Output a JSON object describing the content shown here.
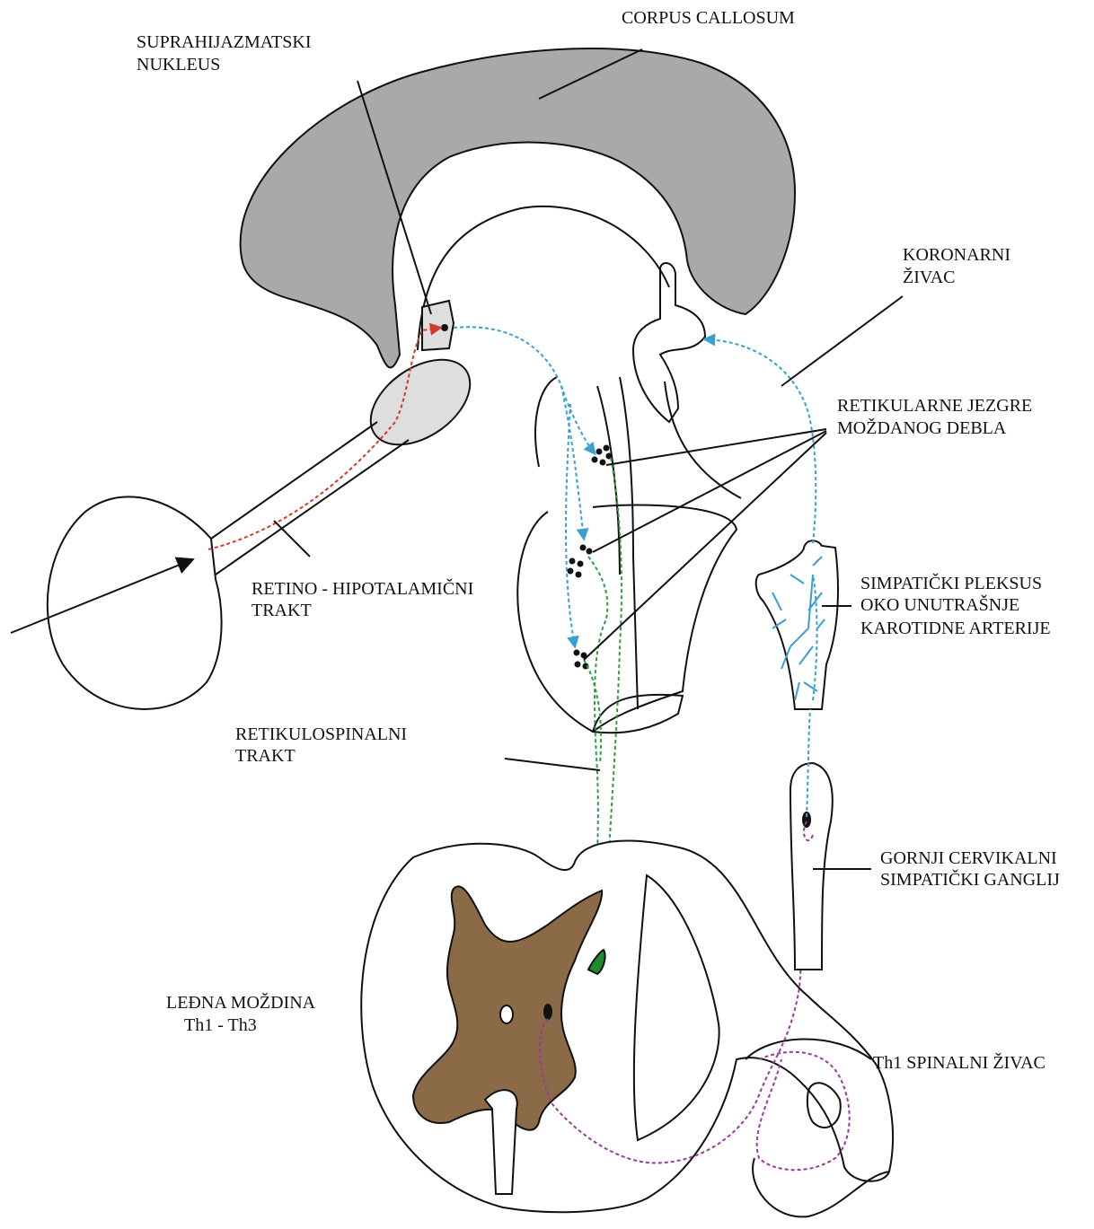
{
  "labels": {
    "corpus_callosum": "CORPUS CALLOSUM",
    "suprachiasmatic_1": "SUPRAHIJAZMATSKI",
    "suprachiasmatic_2": "NUKLEUS",
    "coronary_1": "KORONARNI",
    "coronary_2": "ŽIVAC",
    "reticular_1": "RETIKULARNE JEZGRE",
    "reticular_2": "MOŽDANOG DEBLA",
    "retino_1": "RETINO - HIPOTALAMIČNI",
    "retino_2": "TRAKT",
    "plexus_1": "SIMPATIČKI PLEKSUS",
    "plexus_2": "OKO UNUTRAŠNJE",
    "plexus_3": "KAROTIDNE ARTERIJE",
    "reticulospinal_1": "RETIKULOSPINALNI",
    "reticulospinal_2": "TRAKT",
    "ganglion_1": "GORNJI CERVIKALNI",
    "ganglion_2": "SIMPATIČKI GANGLIJ",
    "spinal_cord_1": "LEĐNA MOŽDINA",
    "spinal_cord_2": "Th1 - Th3",
    "spinal_nerve": "Th1 SPINALNI ŽIVAC"
  },
  "colors": {
    "corpus_callosum_fill": "#a9a9aa",
    "chiasm_fill": "#dedede",
    "gray_matter": "#8b6a48",
    "preganglionic_neuron": "#1f8a2e",
    "retino_pathway": "#d23a2a",
    "hypothalamic_pathway": "#3aa0d0",
    "reticulospinal_pathway": "#2f9e45",
    "postganglionic_pathway": "#9a3a9a",
    "outline": "#111111"
  }
}
